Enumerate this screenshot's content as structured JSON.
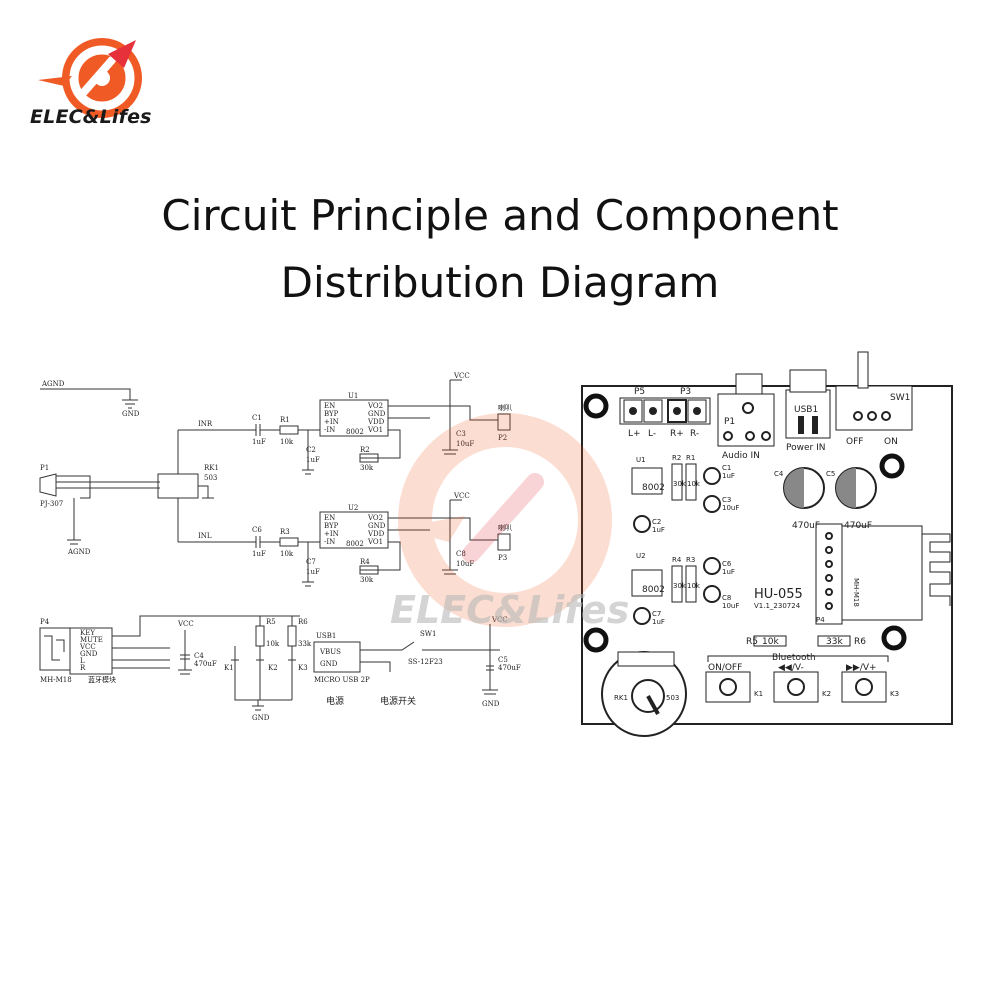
{
  "brand": {
    "name": "ELEC&Lifes"
  },
  "title": {
    "line1": "Circuit Principle and Component",
    "line2": "Distribution Diagram"
  },
  "watermark": {
    "text": "ELEC&Lifes"
  },
  "colors": {
    "brand_orange": "#f05a24",
    "brand_red": "#e6303a",
    "line": "#333333"
  },
  "schematic": {
    "agnd": "AGND",
    "gnd": "GND",
    "vcc": "VCC",
    "p1": "P1",
    "p1_part": "PJ-307",
    "inr": "INR",
    "inl": "INL",
    "rk1": "RK1",
    "rk1_val": "503",
    "c1": "C1",
    "c1_val": "1uF",
    "c6": "C6",
    "c6_val": "1uF",
    "r1": "R1",
    "r1_val": "10k",
    "r3": "R3",
    "r3_val": "10k",
    "c2": "C2",
    "c2_val": "1uF",
    "c7": "C7",
    "c7_val": "1uF",
    "r2": "R2",
    "r2_val": "30k",
    "r4": "R4",
    "r4_val": "30k",
    "u1": "U1",
    "u2": "U2",
    "ic": "8002",
    "ic_pins_left": [
      "EN",
      "BYP",
      "+IN",
      "-IN"
    ],
    "ic_pins_right": [
      "VO2",
      "GND",
      "VDD",
      "VO1"
    ],
    "c3": "C3",
    "c3_val": "10uF",
    "c8": "C8",
    "c8_val": "10uF",
    "speaker": "喇叭",
    "p2": "P2",
    "p3": "P3",
    "p4": "P4",
    "p4_pins": [
      "KEY",
      "MUTE",
      "VCC",
      "GND",
      "L",
      "R"
    ],
    "bt_module": "MH-M18",
    "bt_label": "蓝牙模块",
    "c4": "C4",
    "c4_val": "470uF",
    "c5": "C5",
    "c5_val": "470uF",
    "r5": "R5",
    "r5_val": "10k",
    "r6": "R6",
    "r6_val": "33k",
    "k1": "K1",
    "k2": "K2",
    "k3": "K3",
    "usb1": "USB1",
    "usb_vbus": "VBUS",
    "usb_gnd": "GND",
    "usb_part": "MICRO USB 2P",
    "sw1": "SW1",
    "sw_part": "SS-12F23",
    "power_label": "电源",
    "switch_label": "电源开关"
  },
  "pcb": {
    "p5": "P5",
    "p3": "P3",
    "terminals": [
      "L+",
      "L-",
      "R+",
      "R-"
    ],
    "p1": "P1",
    "audio_in": "Audio  IN",
    "usb1": "USB1",
    "power_in": "Power  IN",
    "sw1": "SW1",
    "off": "OFF",
    "on": "ON",
    "u1": "U1",
    "u2": "U2",
    "ic": "8002",
    "r1": "R1",
    "r2": "R2",
    "r3": "R3",
    "r4": "R4",
    "r_30k": "30k",
    "r_10k": "10k",
    "c1": "C1",
    "c2": "C2",
    "c3": "C3",
    "c4": "C4",
    "c5": "C5",
    "c6": "C6",
    "c7": "C7",
    "c8": "C8",
    "uf1": "1uF",
    "uf10": "10uF",
    "uf470": "470uF",
    "model": "HU-055",
    "version": "V1.1_230724",
    "p4": "P4",
    "bt_module": "MH-M18",
    "r5": "R5",
    "r5_val": "10k",
    "r6": "R6",
    "r6_val": "33k",
    "bluetooth": "Bluetooth",
    "onoff": "ON/OFF",
    "prev": "◀◀/V-",
    "next": "▶▶/V+",
    "k1": "K1",
    "k2": "K2",
    "k3": "K3",
    "rk1": "RK1",
    "rk1_val": "503"
  }
}
